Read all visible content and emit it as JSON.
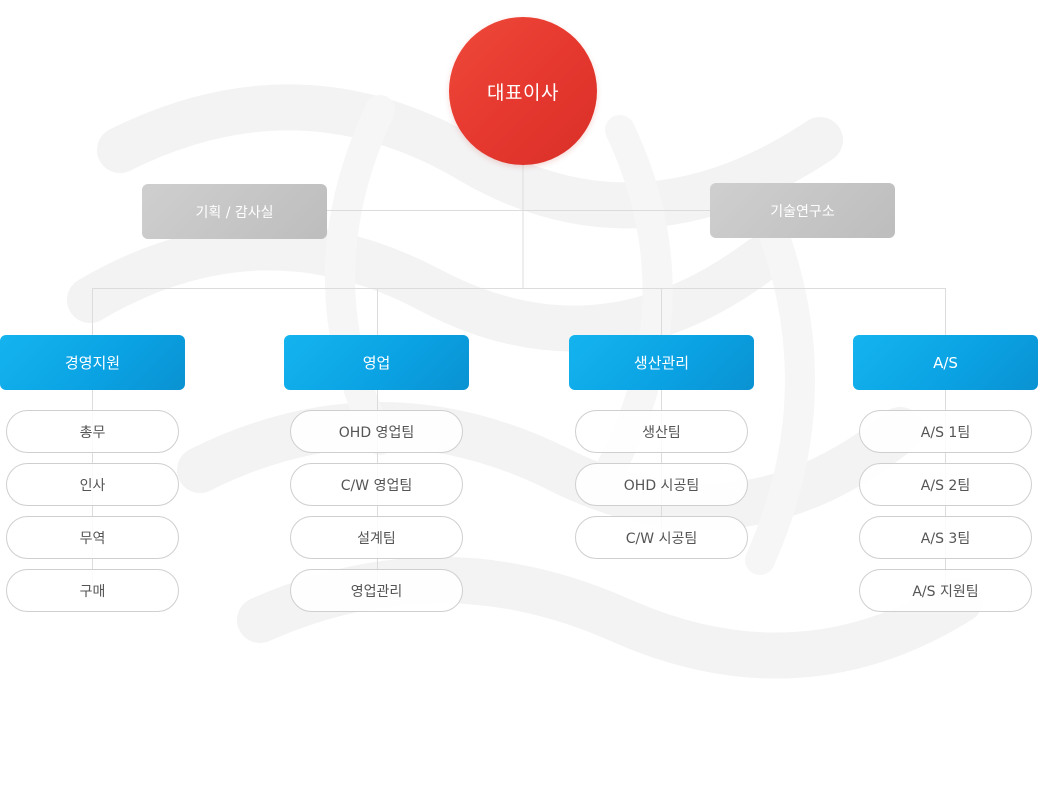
{
  "ceo": {
    "label": "대표이사",
    "color": "#e6382f"
  },
  "staff": [
    {
      "label": "기획 / 감사실"
    },
    {
      "label": "기술연구소"
    }
  ],
  "departments": [
    {
      "label": "경영지원",
      "teams": [
        "총무",
        "인사",
        "무역",
        "구매"
      ]
    },
    {
      "label": "영업",
      "teams": [
        "OHD 영업팀",
        "C/W 영업팀",
        "설계팀",
        "영업관리"
      ]
    },
    {
      "label": "생산관리",
      "teams": [
        "생산팀",
        "OHD 시공팀",
        "C/W 시공팀"
      ]
    },
    {
      "label": "A/S",
      "teams": [
        "A/S 1팀",
        "A/S 2팀",
        "A/S 3팀",
        "A/S 지원팀"
      ]
    }
  ],
  "colors": {
    "department": "#0aa1e2",
    "staff": "#c4c4c4",
    "connector": "#dcdcdc",
    "team_border": "#cfcfcf"
  }
}
